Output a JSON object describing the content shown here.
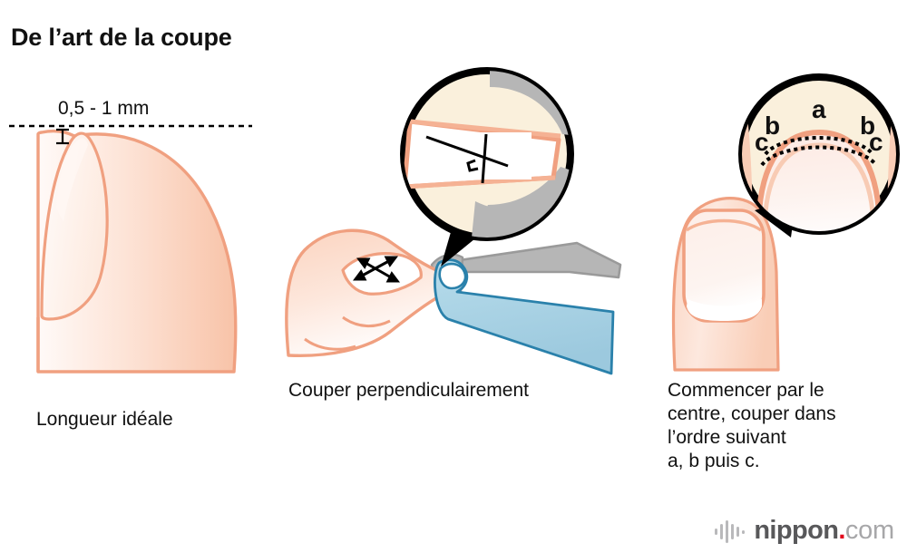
{
  "title": "De l’art de la coupe",
  "panels": {
    "ideal_length": {
      "measure_label": "0,5 - 1 mm",
      "caption": "Longueur idéale",
      "illustration": "side-view-fingertip-with-nail"
    },
    "perpendicular": {
      "caption": "Couper perpendiculairement",
      "illustration": "fingertip-with-nail-clipper",
      "magnifier": {
        "content": "nail-cross-section-right-angle",
        "angle_marker": "perpendicular"
      },
      "arrow": "double-headed-cross-arrow"
    },
    "cut_order": {
      "caption_lines": [
        "Commencer par le",
        "centre, couper dans",
        "l’ordre suivant",
        "a, b puis c."
      ],
      "illustration": "front-view-fingertip-with-nail",
      "magnifier": {
        "content": "nail-tip-with-dotted-cut-lines",
        "labels": [
          {
            "text": "a",
            "position": "center-top"
          },
          {
            "text": "b",
            "position": "left"
          },
          {
            "text": "b",
            "position": "right"
          },
          {
            "text": "c",
            "position": "left-lower"
          },
          {
            "text": "c",
            "position": "right-lower"
          }
        ]
      }
    }
  },
  "logo": {
    "mark": "sound-bars-mark",
    "name": "nippon",
    "dot": ".",
    "tld": "com"
  },
  "colors": {
    "skin_light": "#fdf0eb",
    "skin_mid": "#fbd9c8",
    "skin_deep": "#f8c3a8",
    "outline_coral": "#f0a080",
    "nail_white": "#ffffff",
    "magnifier_fill": "#faf0dc",
    "magnifier_stroke": "#000000",
    "clipper_blue": "#a8d2e4",
    "clipper_blue_stroke": "#2a81ab",
    "clipper_gray": "#b0b0b0",
    "clipper_gray_stroke": "#8e8e8e",
    "text": "#111111",
    "logo_gray": "#58585a",
    "logo_red": "#e2001a",
    "logo_light_gray": "#a7a7a9"
  }
}
